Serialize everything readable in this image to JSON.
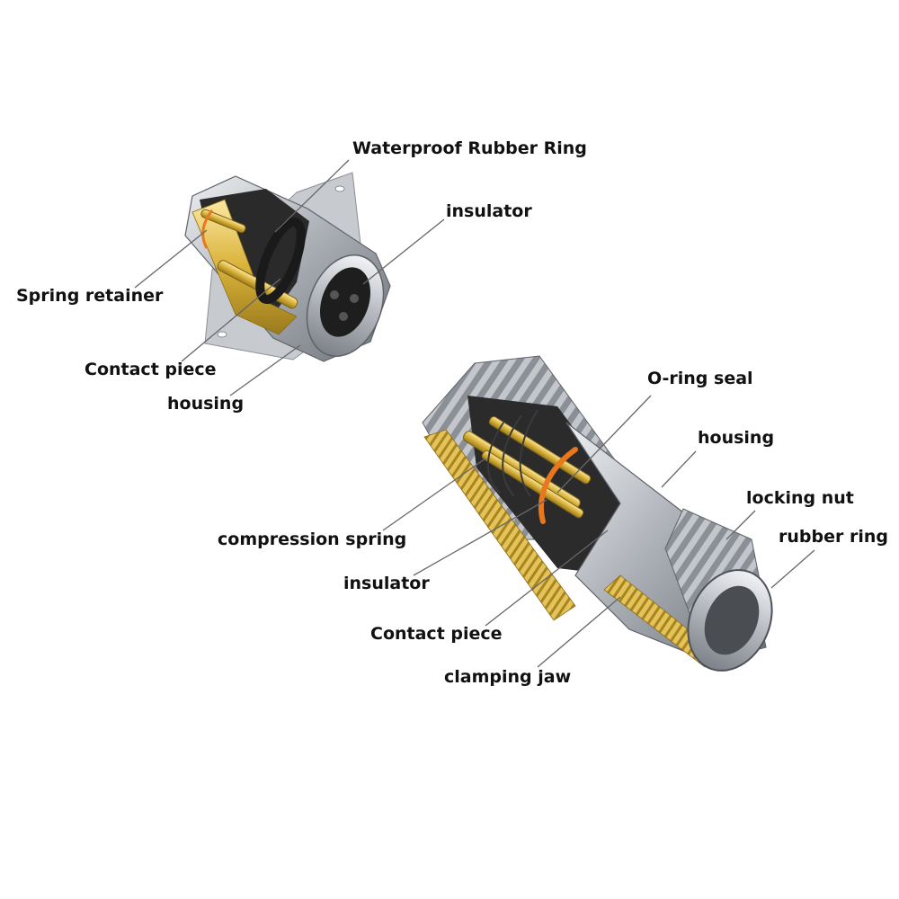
{
  "panel_socket": {
    "labels": {
      "waterproof_ring": "Waterproof Rubber Ring",
      "insulator": "insulator",
      "spring_retainer": "Spring retainer",
      "contact_piece": "Contact piece",
      "housing": "housing"
    }
  },
  "cable_plug": {
    "labels": {
      "o_ring_seal": "O-ring seal",
      "housing": "housing",
      "locking_nut": "locking nut",
      "rubber_ring": "rubber ring",
      "compression_spring": "compression spring",
      "insulator": "insulator",
      "contact_piece": "Contact piece",
      "clamping_jaw": "clamping jaw"
    }
  },
  "colors": {
    "leader_line": "#666666",
    "label_text": "#111111",
    "metal": "#b8bcc2",
    "brass": "#d9b23a",
    "insulator": "#1a1a1a",
    "orange_seal": "#e8771e"
  }
}
